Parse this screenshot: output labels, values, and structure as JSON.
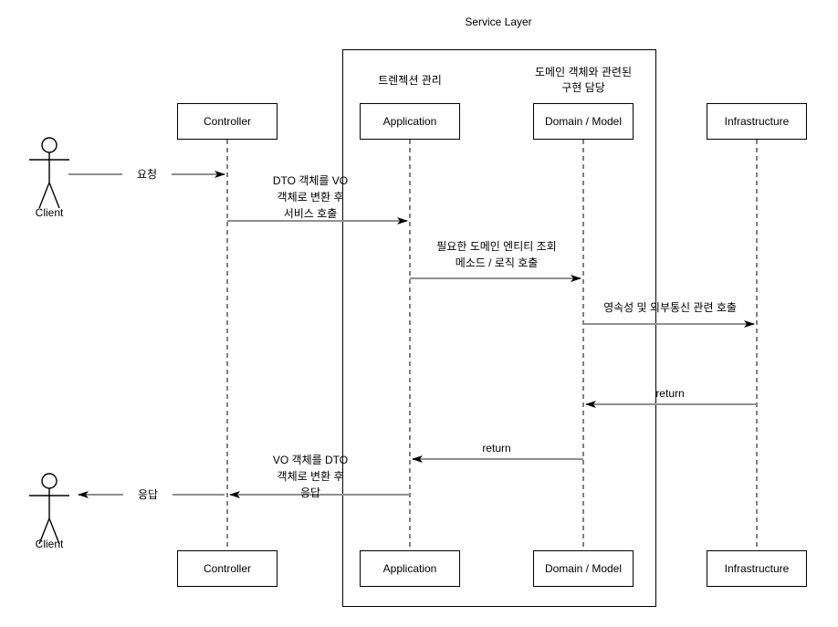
{
  "title": "Service Layer",
  "annotations": {
    "application_note": "트렌젝션 관리",
    "domain_note": "도메인 객체와 관련된\n구현 담당"
  },
  "actor": {
    "top_label": "Client",
    "bottom_label": "Client"
  },
  "lifelines": [
    {
      "id": "controller",
      "top_label": "Controller",
      "bottom_label": "Controller"
    },
    {
      "id": "application",
      "top_label": "Application",
      "bottom_label": "Application"
    },
    {
      "id": "domain",
      "top_label": "Domain / Model",
      "bottom_label": "Domain / Model"
    },
    {
      "id": "infrastructure",
      "top_label": "Infrastructure",
      "bottom_label": "Infrastructure"
    }
  ],
  "messages": [
    {
      "label": "요청",
      "from": "Client",
      "to": "Controller"
    },
    {
      "label": "DTO 객체를 VO\n객체로 변환 후\n서비스 호출",
      "from": "Controller",
      "to": "Application"
    },
    {
      "label": "필요한 도메인 엔티티 조회\n메소드 / 로직 호출",
      "from": "Application",
      "to": "Domain / Model"
    },
    {
      "label": "영속성 및 외부통신 관련 호출",
      "from": "Domain / Model",
      "to": "Infrastructure"
    },
    {
      "label": "return",
      "from": "Infrastructure",
      "to": "Domain / Model"
    },
    {
      "label": "return",
      "from": "Domain / Model",
      "to": "Application"
    },
    {
      "label": "VO 객체를 DTO\n객체로 변환 후\n응답",
      "from": "Application",
      "to": "Controller"
    },
    {
      "label": "응답",
      "from": "Controller",
      "to": "Client"
    }
  ],
  "colors": {
    "stroke": "#000000",
    "arrow_shaft": "#8f8f8f",
    "background": "#ffffff"
  }
}
